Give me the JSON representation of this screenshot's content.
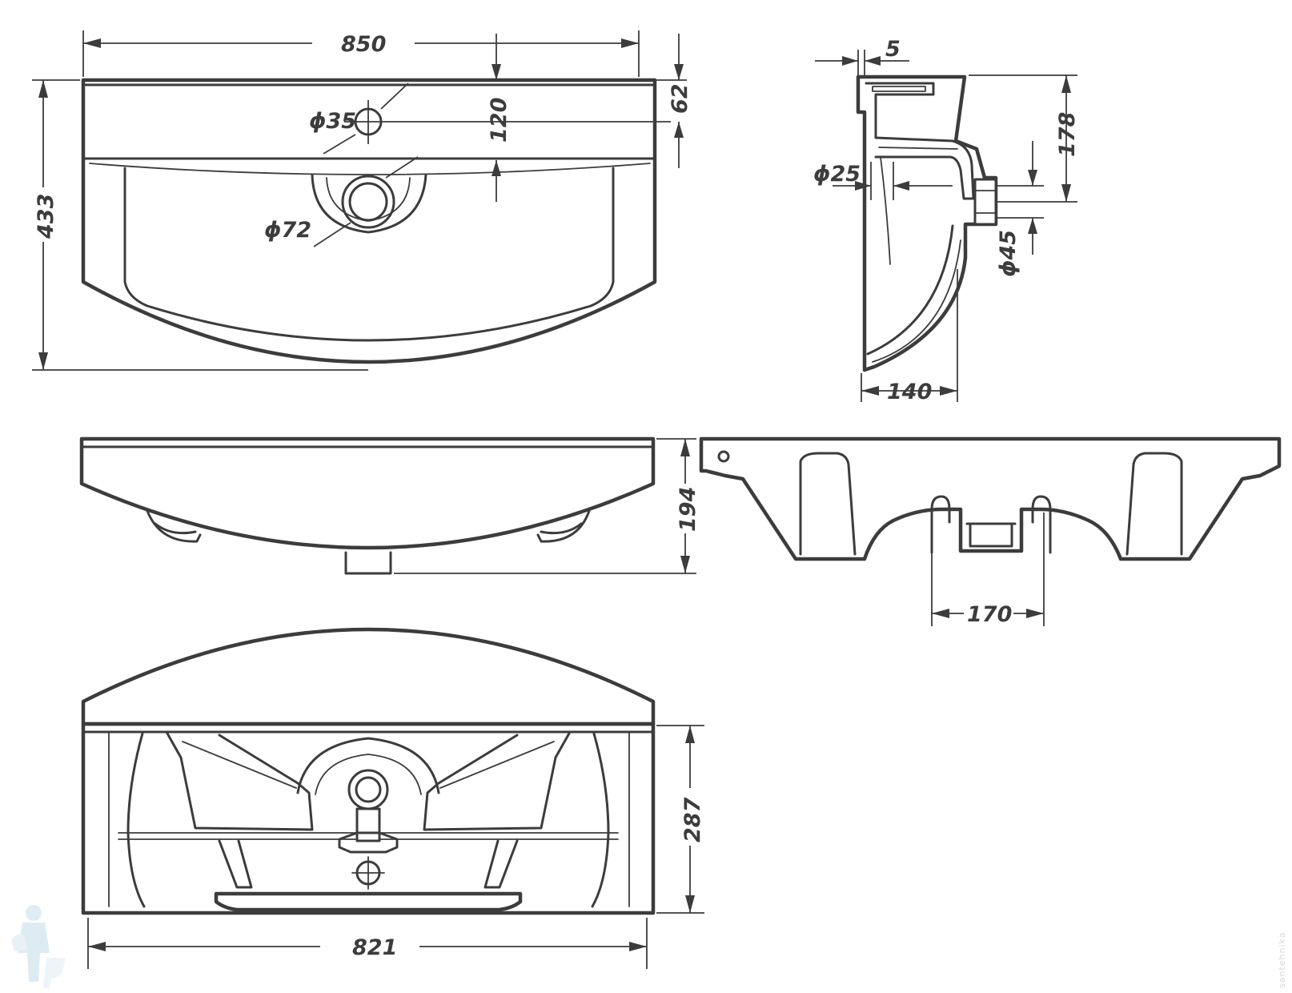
{
  "drawing": {
    "dimensions": {
      "overall_width": "850",
      "overall_depth": "433",
      "top_band": "62",
      "tap_hole_offset": "120",
      "tap_hole_diameter": "ϕ35",
      "drain_diameter": "ϕ72",
      "rim_thickness": "5",
      "side_height": "178",
      "overflow_diameter": "ϕ25",
      "outlet_diameter": "ϕ45",
      "side_depth": "140",
      "front_height": "194",
      "support_spacing": "170",
      "underside_depth": "287",
      "underside_width": "821"
    },
    "watermark": "santehnika"
  }
}
